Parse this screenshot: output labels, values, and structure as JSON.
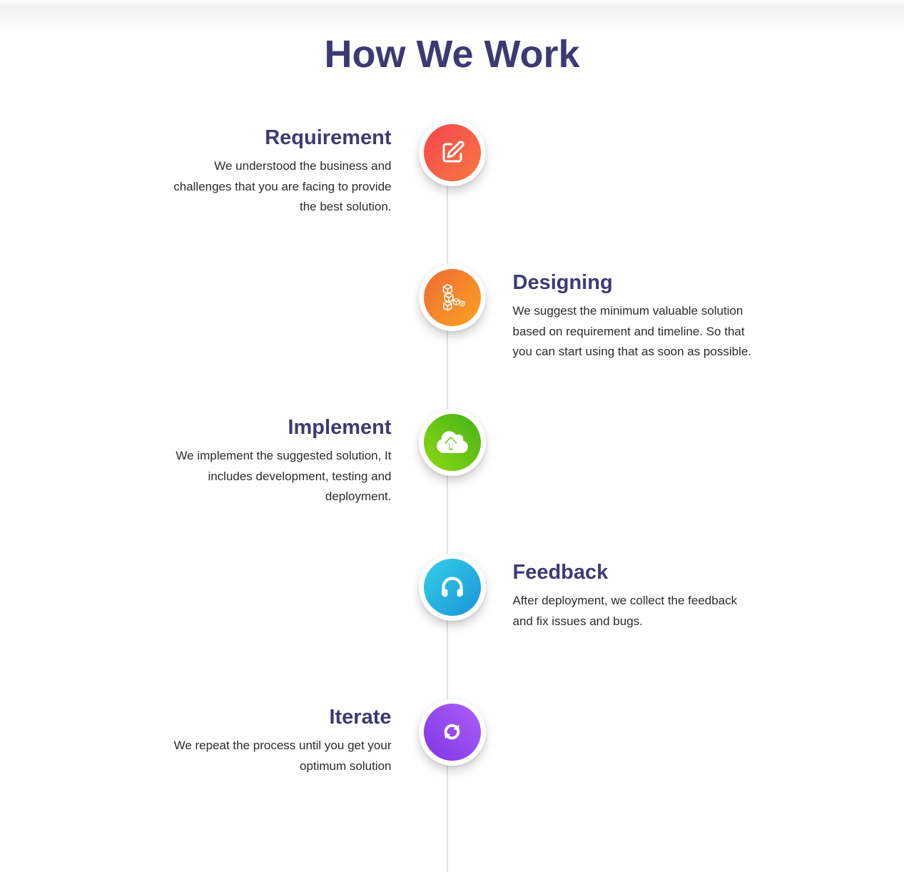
{
  "page": {
    "title": "How We Work"
  },
  "colors": {
    "heading_text": "#3d3a72",
    "body_text": "#2b2b2b",
    "timeline_line": "#e2e2e2",
    "background": "#ffffff",
    "icon_glyph": "#ffffff"
  },
  "steps": [
    {
      "title": "Requirement",
      "description": "We understood the business and challenges that you are facing to provide the best solution.",
      "side": "left",
      "icon": "edit-icon",
      "gradient": {
        "angle": "135deg",
        "from": "#f5424e",
        "to": "#f97b41"
      }
    },
    {
      "title": "Designing",
      "description": "We suggest the minimum valuable solution based on requirement and timeline. So that you can start using that as soon as possible.",
      "side": "right",
      "icon": "cubes-icon",
      "gradient": {
        "angle": "135deg",
        "from": "#ef6a38",
        "to": "#f9a31f"
      }
    },
    {
      "title": "Implement",
      "description": "We implement the suggested solution, It includes development, testing and deployment.",
      "side": "left",
      "icon": "cloud-upload-icon",
      "gradient": {
        "angle": "45deg",
        "from": "#8ed812",
        "to": "#44b317"
      }
    },
    {
      "title": "Feedback",
      "description": "After deployment, we collect the feedback and fix issues and bugs.",
      "side": "right",
      "icon": "headphones-icon",
      "gradient": {
        "angle": "135deg",
        "from": "#33d1e7",
        "to": "#1b93d7"
      }
    },
    {
      "title": "Iterate",
      "description": "We repeat the process until you get your optimum solution",
      "side": "left",
      "icon": "sync-icon",
      "gradient": {
        "angle": "225deg",
        "from": "#ae5ff8",
        "to": "#7e35e4"
      }
    }
  ]
}
